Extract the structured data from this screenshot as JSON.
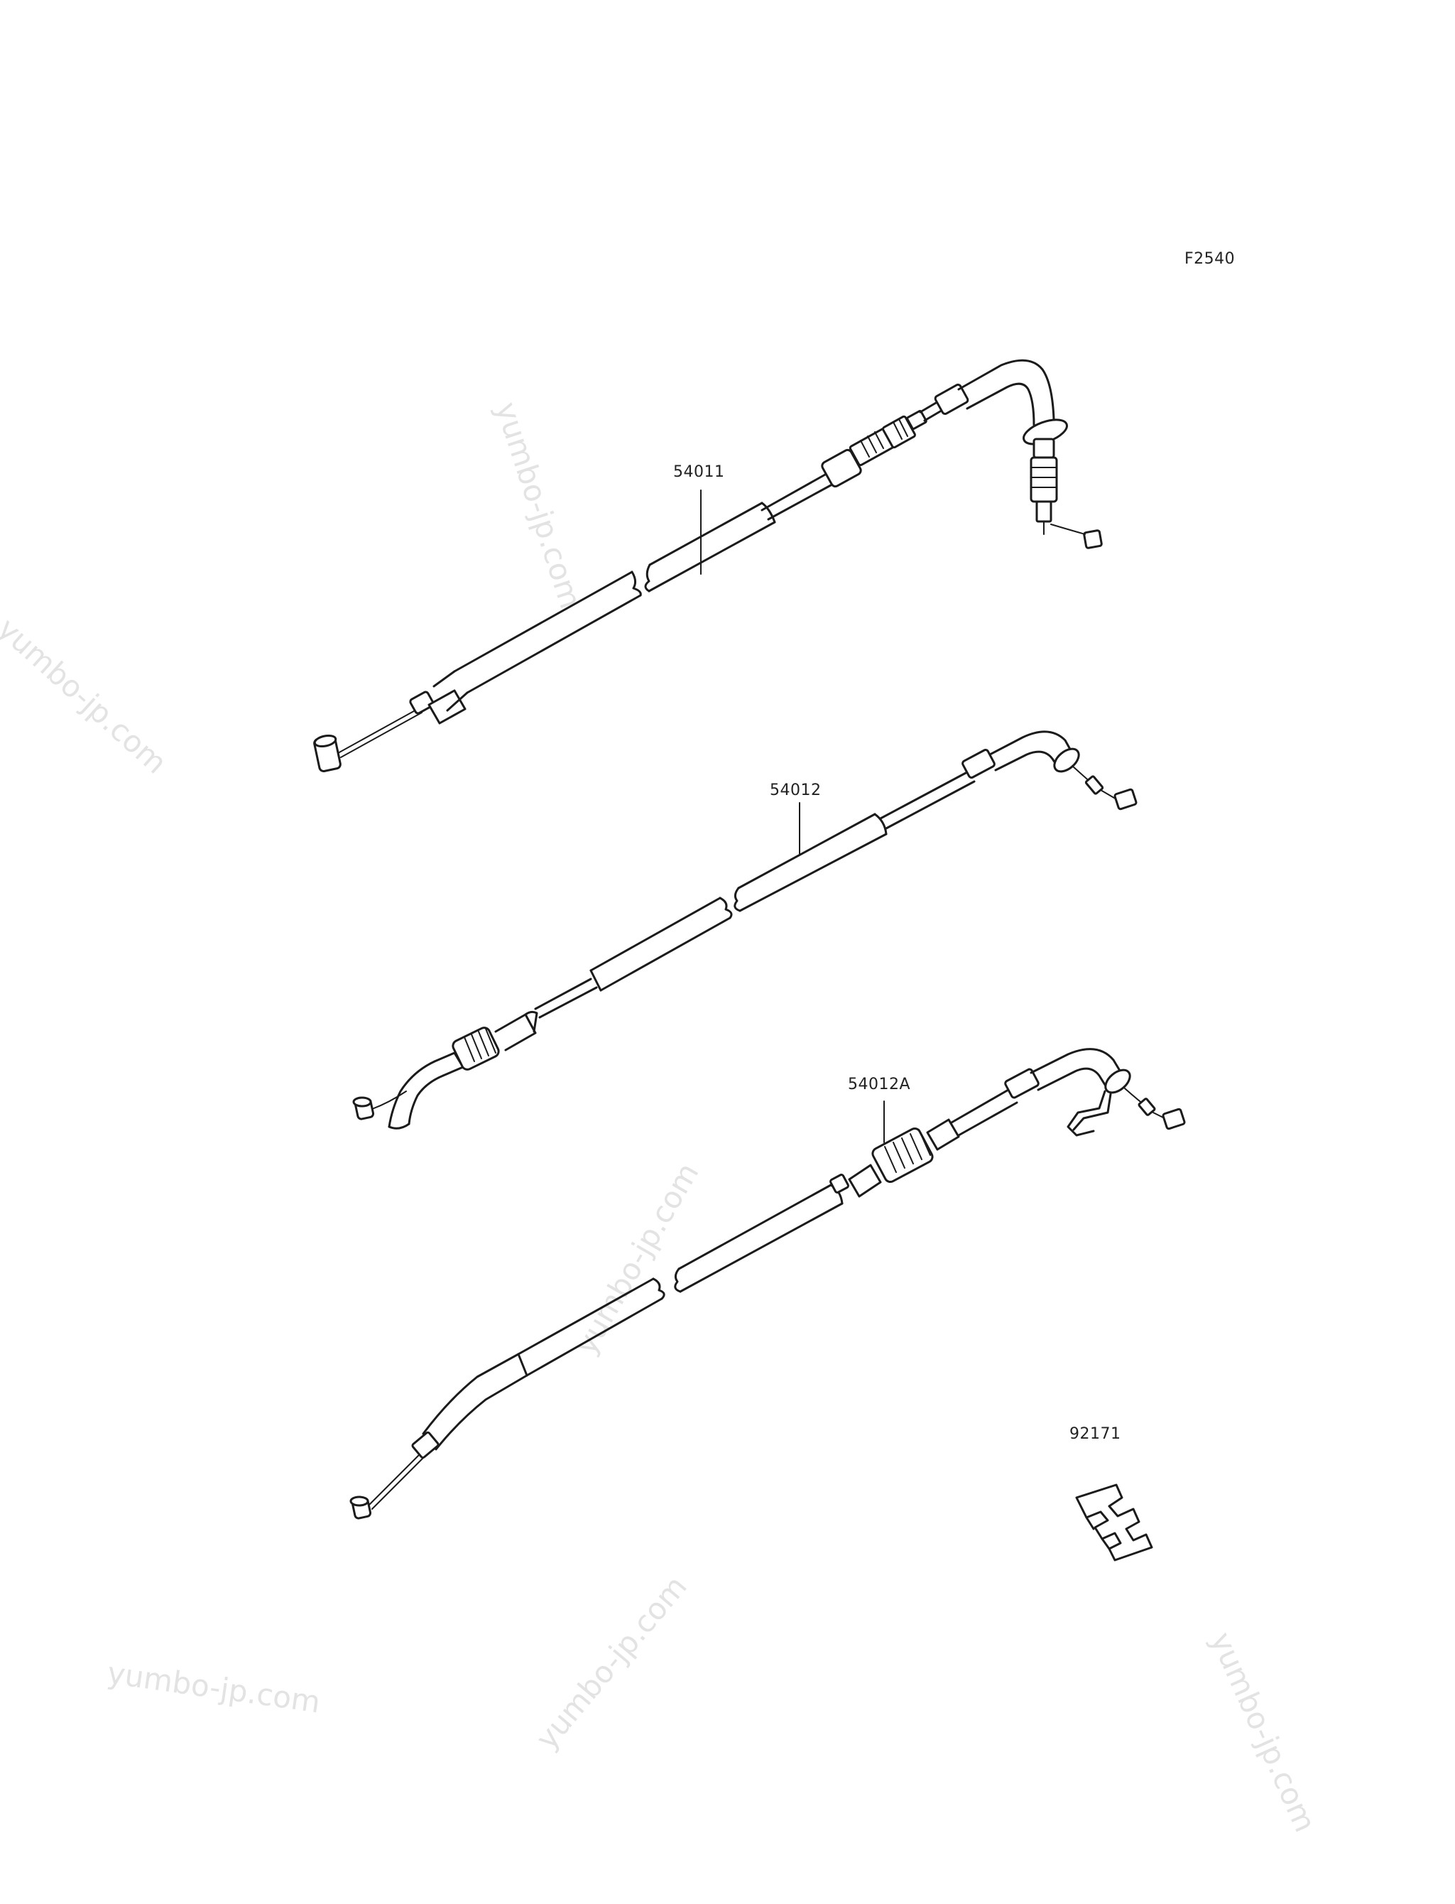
{
  "diagram": {
    "figure_code": "F2540",
    "parts": [
      {
        "part_number": "54011"
      },
      {
        "part_number": "54012"
      },
      {
        "part_number": "54012A"
      },
      {
        "part_number": "92171"
      }
    ]
  },
  "watermarks": [
    "yumbo-jp.com",
    "yumbo-jp.com",
    "yumbo-jp.com",
    "yumbo-jp.com",
    "yumbo-jp.com",
    "yumbo-jp.com"
  ]
}
